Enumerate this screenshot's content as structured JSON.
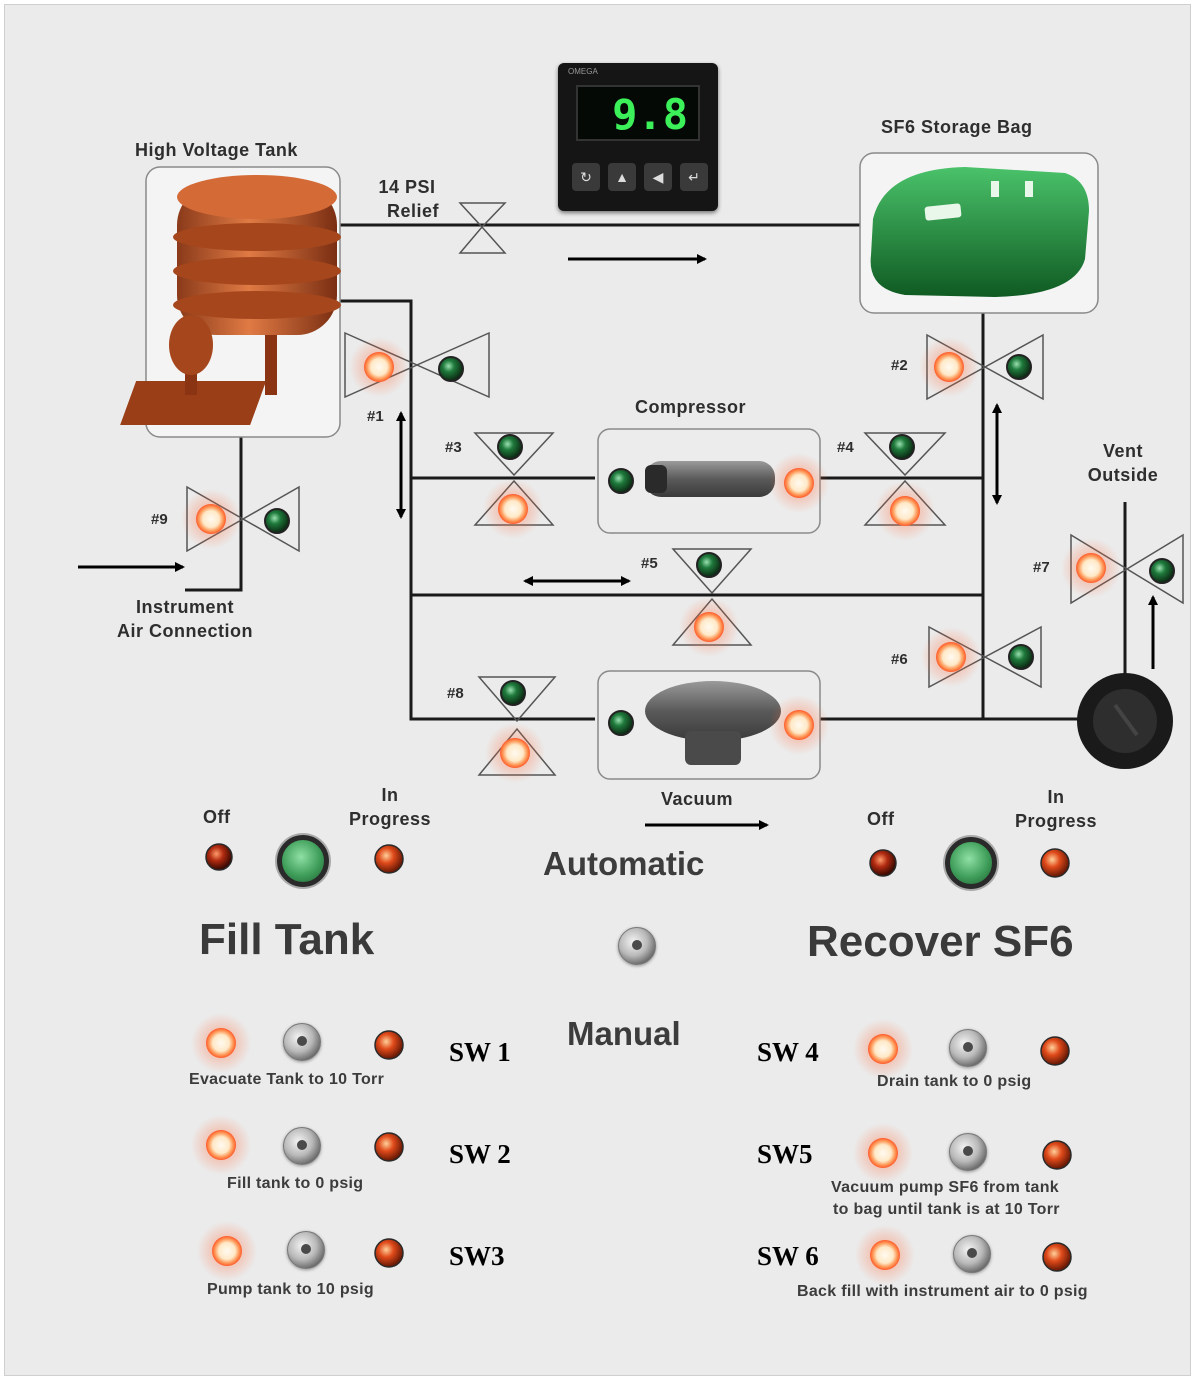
{
  "diagram": {
    "tank_label": "High Voltage Tank",
    "relief_label_line1": "14 PSI",
    "relief_label_line2": "Relief",
    "bag_label": "SF6 Storage Bag",
    "compressor_label": "Compressor",
    "vent_label_line1": "Vent",
    "vent_label_line2": "Outside",
    "air_label_line1": "Instrument",
    "air_label_line2": "Air Connection",
    "vacuum_label": "Vacuum",
    "valves": [
      "#1",
      "#2",
      "#3",
      "#4",
      "#5",
      "#6",
      "#7",
      "#8",
      "#9"
    ]
  },
  "controller": {
    "brand": "OMEGA",
    "display_value": "9.8",
    "keys": [
      "↻",
      "▲",
      "◀",
      "↵"
    ]
  },
  "mode": {
    "automatic_label": "Automatic",
    "manual_label": "Manual"
  },
  "fill_tank": {
    "title": "Fill Tank",
    "off_label": "Off",
    "in_progress_line1": "In",
    "in_progress_line2": "Progress",
    "switches": [
      {
        "name": "SW 1",
        "caption": "Evacuate Tank to 10 Torr"
      },
      {
        "name": "SW 2",
        "caption": "Fill tank to 0 psig"
      },
      {
        "name": "SW3",
        "caption": "Pump tank to 10 psig"
      }
    ]
  },
  "recover_sf6": {
    "title": "Recover SF6",
    "off_label": "Off",
    "in_progress_line1": "In",
    "in_progress_line2": "Progress",
    "switches": [
      {
        "name": "SW 4",
        "caption": "Drain tank to 0 psig"
      },
      {
        "name": "SW5",
        "caption_line1": "Vacuum pump SF6 from tank",
        "caption_line2": "to bag until tank is at 10 Torr"
      },
      {
        "name": "SW 6",
        "caption": "Back fill with instrument air to 0 psig"
      }
    ]
  },
  "colors": {
    "panel": "#ebebeb",
    "lamp_lit": "#fff2d8",
    "lamp_glow": "#ff6a3a",
    "lamp_green": "#1f7a3c",
    "lamp_red": "#b02a10",
    "tank": "#b8542a",
    "bag": "#1f8a3a"
  }
}
